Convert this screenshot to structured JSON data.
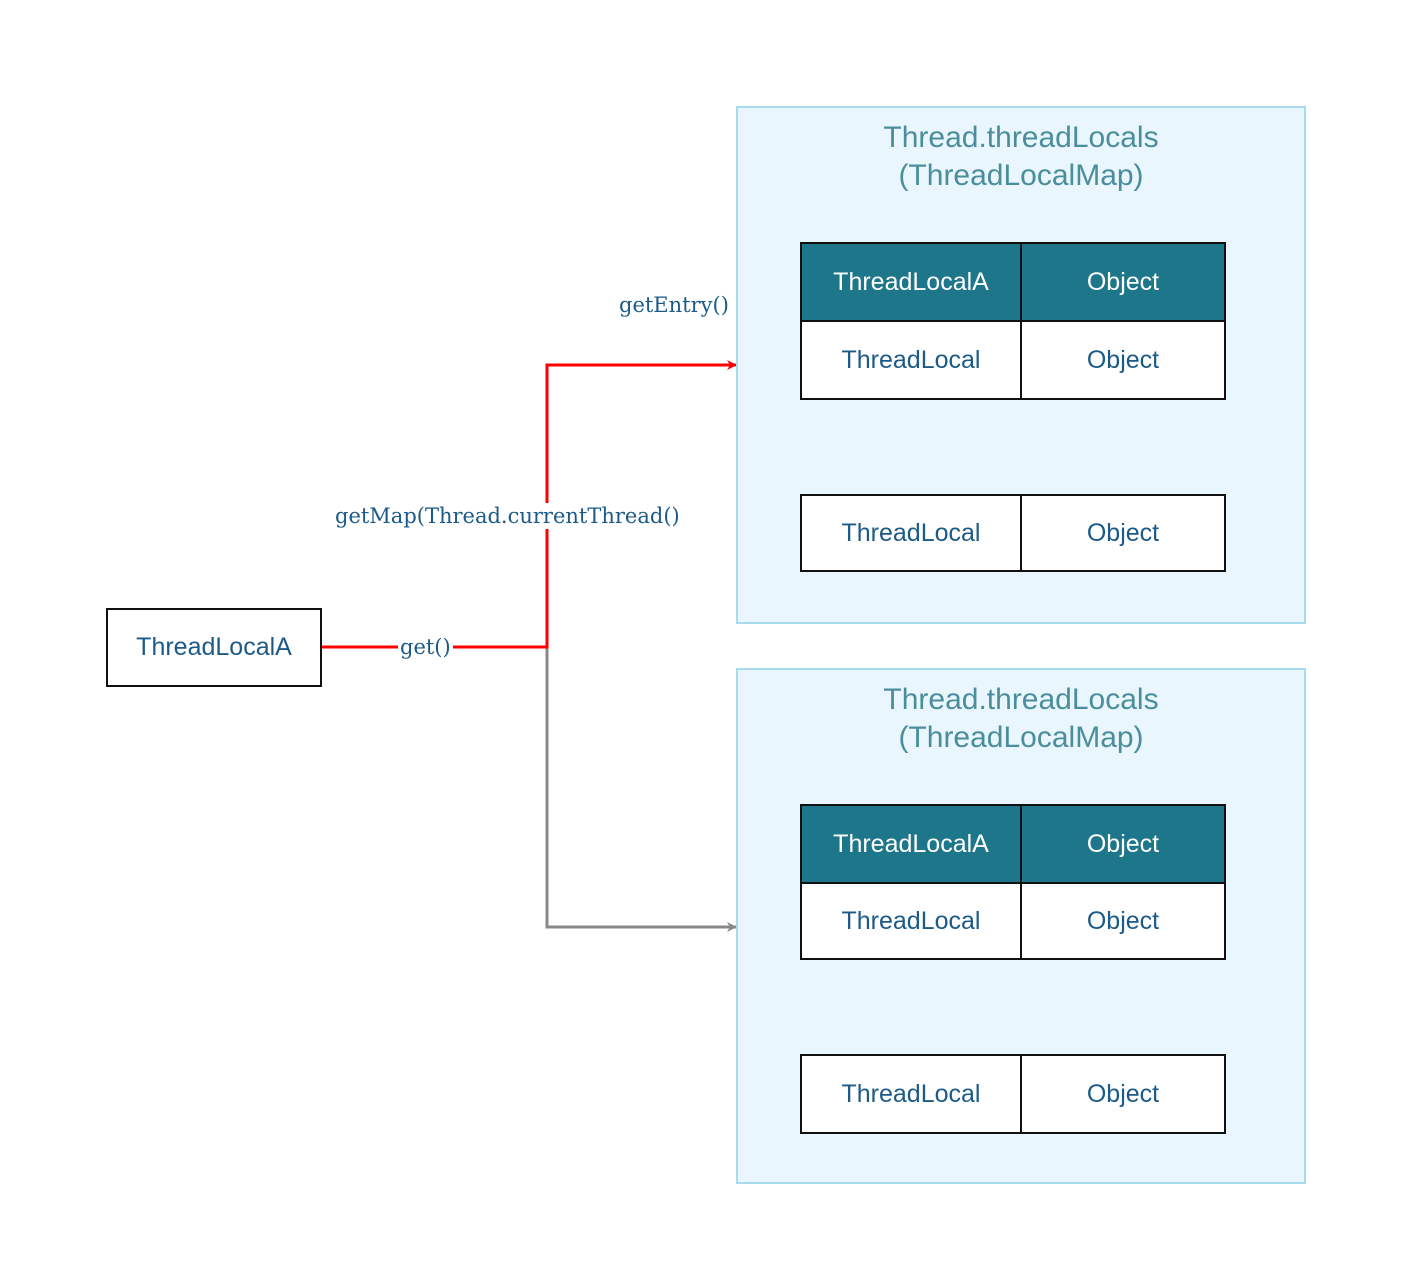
{
  "source_node": {
    "label": "ThreadLocalA"
  },
  "edges": {
    "get": "get()",
    "get_map": "getMap(Thread.currentThread()",
    "get_entry": "getEntry()"
  },
  "maps": [
    {
      "title_line1": "Thread.threadLocals",
      "title_line2": "(ThreadLocalMap)",
      "rows": [
        {
          "key": "ThreadLocalA",
          "value": "Object"
        },
        {
          "key": "ThreadLocal",
          "value": "Object"
        },
        {
          "key": "ThreadLocal",
          "value": "Object"
        }
      ]
    },
    {
      "title_line1": "Thread.threadLocals",
      "title_line2": "(ThreadLocalMap)",
      "rows": [
        {
          "key": "ThreadLocalA",
          "value": "Object"
        },
        {
          "key": "ThreadLocal",
          "value": "Object"
        },
        {
          "key": "ThreadLocal",
          "value": "Object"
        }
      ]
    }
  ],
  "colors": {
    "active_path": "#ff0000",
    "inactive_path": "#888888",
    "header_fill": "#1e768b",
    "container_fill": "#eaf6fd",
    "container_border": "#a8dbee",
    "text": "#1c5a88",
    "title_text": "#4a8e9d"
  }
}
